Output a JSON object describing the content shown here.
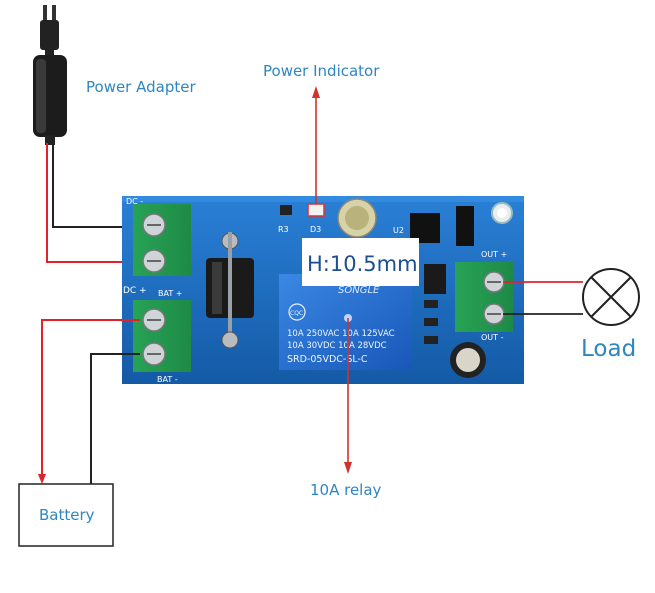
{
  "labels": {
    "power_adapter": "Power Adapter",
    "power_indicator": "Power Indicator",
    "load": "Load",
    "relay": "10A relay",
    "battery": "Battery",
    "height": "H:10.5mm"
  },
  "board": {
    "dc_top": "DC -",
    "dc_plus": "DC +",
    "bat_plus": "BAT +",
    "bat_minus": "BAT -",
    "out_plus": "OUT +",
    "out_minus": "OUT -",
    "d3": "D3",
    "r3": "R3",
    "u2": "U2",
    "relay_brand": "SONGLE",
    "relay_line1": "10A 250VAC 10A 125VAC",
    "relay_line2": "10A  30VDC 10A  28VDC",
    "relay_model": "SRD-05VDC-SL-C",
    "cqc": "CQC"
  },
  "colors": {
    "label_blue": "#2e86c1",
    "wire_red": "#e0232b",
    "wire_black": "#222222",
    "board_blue": "#1b6fc2",
    "terminal_green": "#2aa85a",
    "relay_blue": "#1f6ed4"
  }
}
